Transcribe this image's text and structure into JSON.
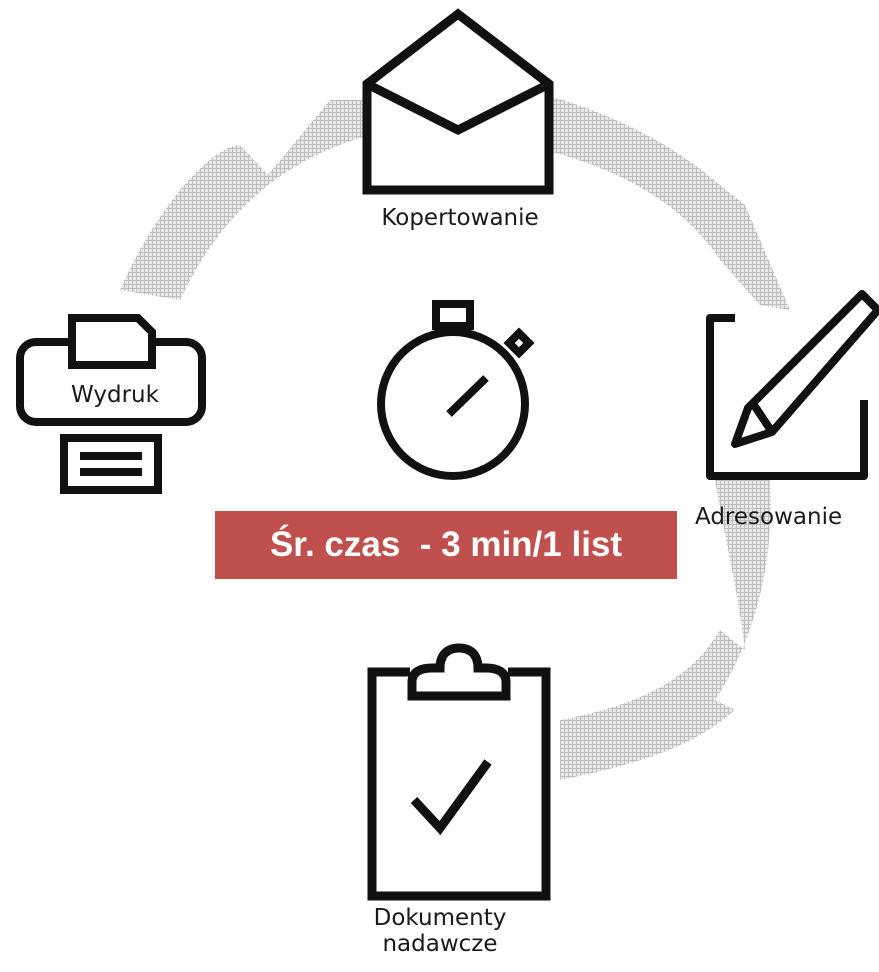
{
  "steps": {
    "kopertowanie": "Kopertowanie",
    "wydruk": "Wydruk",
    "adresowanie": "Adresowanie",
    "dokumenty_line1": "Dokumenty",
    "dokumenty_line2": "nadawcze"
  },
  "banner": {
    "text": "Śr. czas  - 3 min/1 list",
    "color": "#c0504d"
  },
  "icons": [
    "envelope-icon",
    "printer-icon",
    "pencil-square-icon",
    "clipboard-check-icon",
    "stopwatch-icon"
  ],
  "colors": {
    "cycle_arrows": "#d0d0d0",
    "icon_stroke": "#111111"
  }
}
